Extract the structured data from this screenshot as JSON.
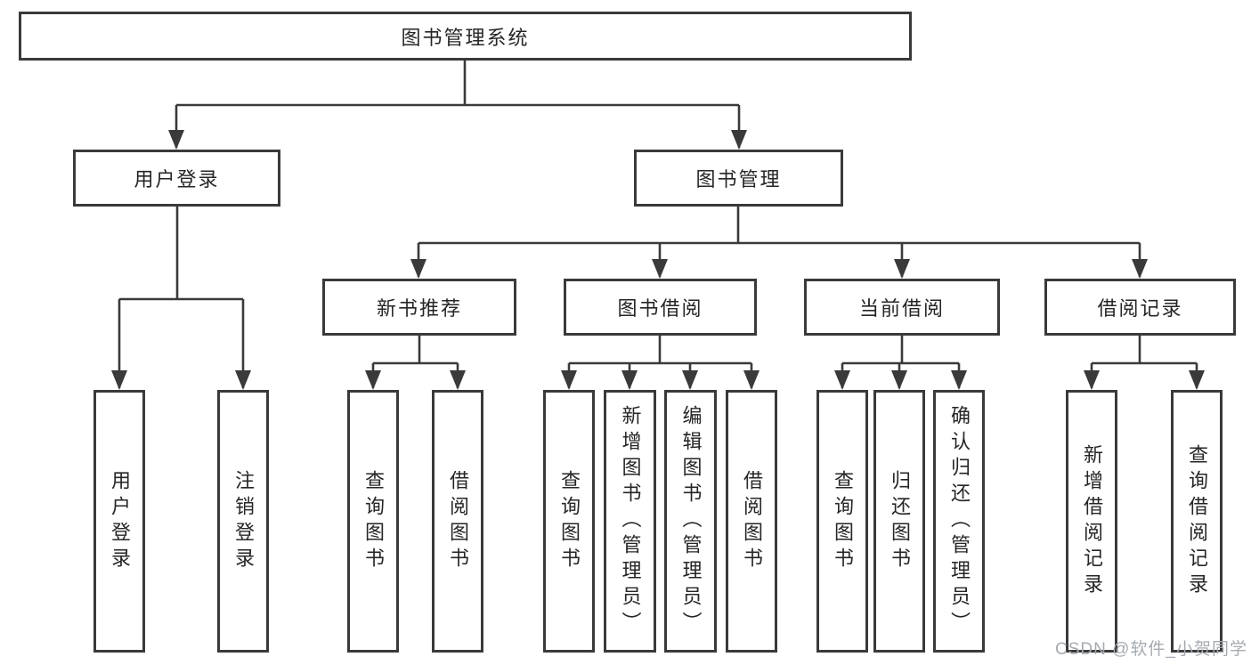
{
  "colors": {
    "line": "#3a3a3a",
    "text": "#262626",
    "watermark": "#a6abb1",
    "background": "#ffffff"
  },
  "tree": {
    "root": {
      "label": "图书管理系统"
    },
    "branches": [
      {
        "label": "用户登录",
        "leaves": [
          "用户登录",
          "注销登录"
        ]
      },
      {
        "label": "图书管理",
        "sections": [
          {
            "label": "新书推荐",
            "leaves": [
              "查询图书",
              "借阅图书"
            ]
          },
          {
            "label": "图书借阅",
            "leaves": [
              "查询图书",
              "新增图书（管理员）",
              "编辑图书（管理员）",
              "借阅图书"
            ]
          },
          {
            "label": "当前借阅",
            "leaves": [
              "查询图书",
              "归还图书",
              "确认归还（管理员）"
            ]
          },
          {
            "label": "借阅记录",
            "leaves": [
              "新增借阅记录",
              "查询借阅记录"
            ]
          }
        ]
      }
    ]
  },
  "watermark": {
    "text": "CSDN @软件_小贺同学"
  }
}
